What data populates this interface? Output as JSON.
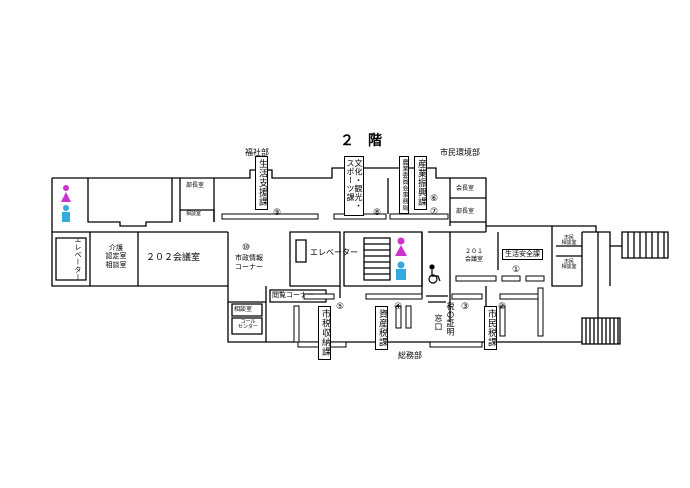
{
  "floor_title": "２　階",
  "departments": {
    "welfare": "福社部",
    "environment": "市民環境部",
    "general_affairs": "総務部"
  },
  "rooms": {
    "bucho_left": "部長室",
    "sodan_left": "相談室",
    "kaigo": "介護\n認定室\n相談室",
    "kaigi202": "２０２会議室",
    "kaicho": "会長室",
    "bucho_right": "部長室",
    "kaigi201": "２０１\n会議室",
    "seikatsu_anzen": "生活安全課",
    "shimin_sodan1": "市民\n相談室",
    "shimin_sodan2": "市民\n相談室",
    "etsuran": "閲覧コーナー",
    "sodan_lower": "相談室",
    "call_center": "コール\nセンター",
    "shisei_joho": "市政情報\nコーナー",
    "elevator_left": "エレベーター",
    "elevator_center": "エレベーター"
  },
  "vertical_labels": {
    "seikatsu_shien": "生活支援課",
    "bunka": "文化・観光・スポーツ課",
    "nogyo_iinkai": "農業委員会事務局",
    "sangyo": "産業振興課",
    "shizei_shuno": "市税収納課",
    "shisan_zei": "資産税課",
    "zei_shomei": "税の証明",
    "madoguchi": "窓口",
    "shimin_zei": "市民税課"
  },
  "counter_numbers": [
    "①",
    "②",
    "③",
    "④",
    "⑤",
    "⑥",
    "⑦",
    "⑧",
    "⑨",
    "⑩"
  ],
  "icons": [
    "female-restroom-icon",
    "male-restroom-icon",
    "wheelchair-icon",
    "stairs-icon"
  ],
  "colors": {
    "female": "#cc33cc",
    "male": "#33aadd",
    "wall": "#000000"
  }
}
